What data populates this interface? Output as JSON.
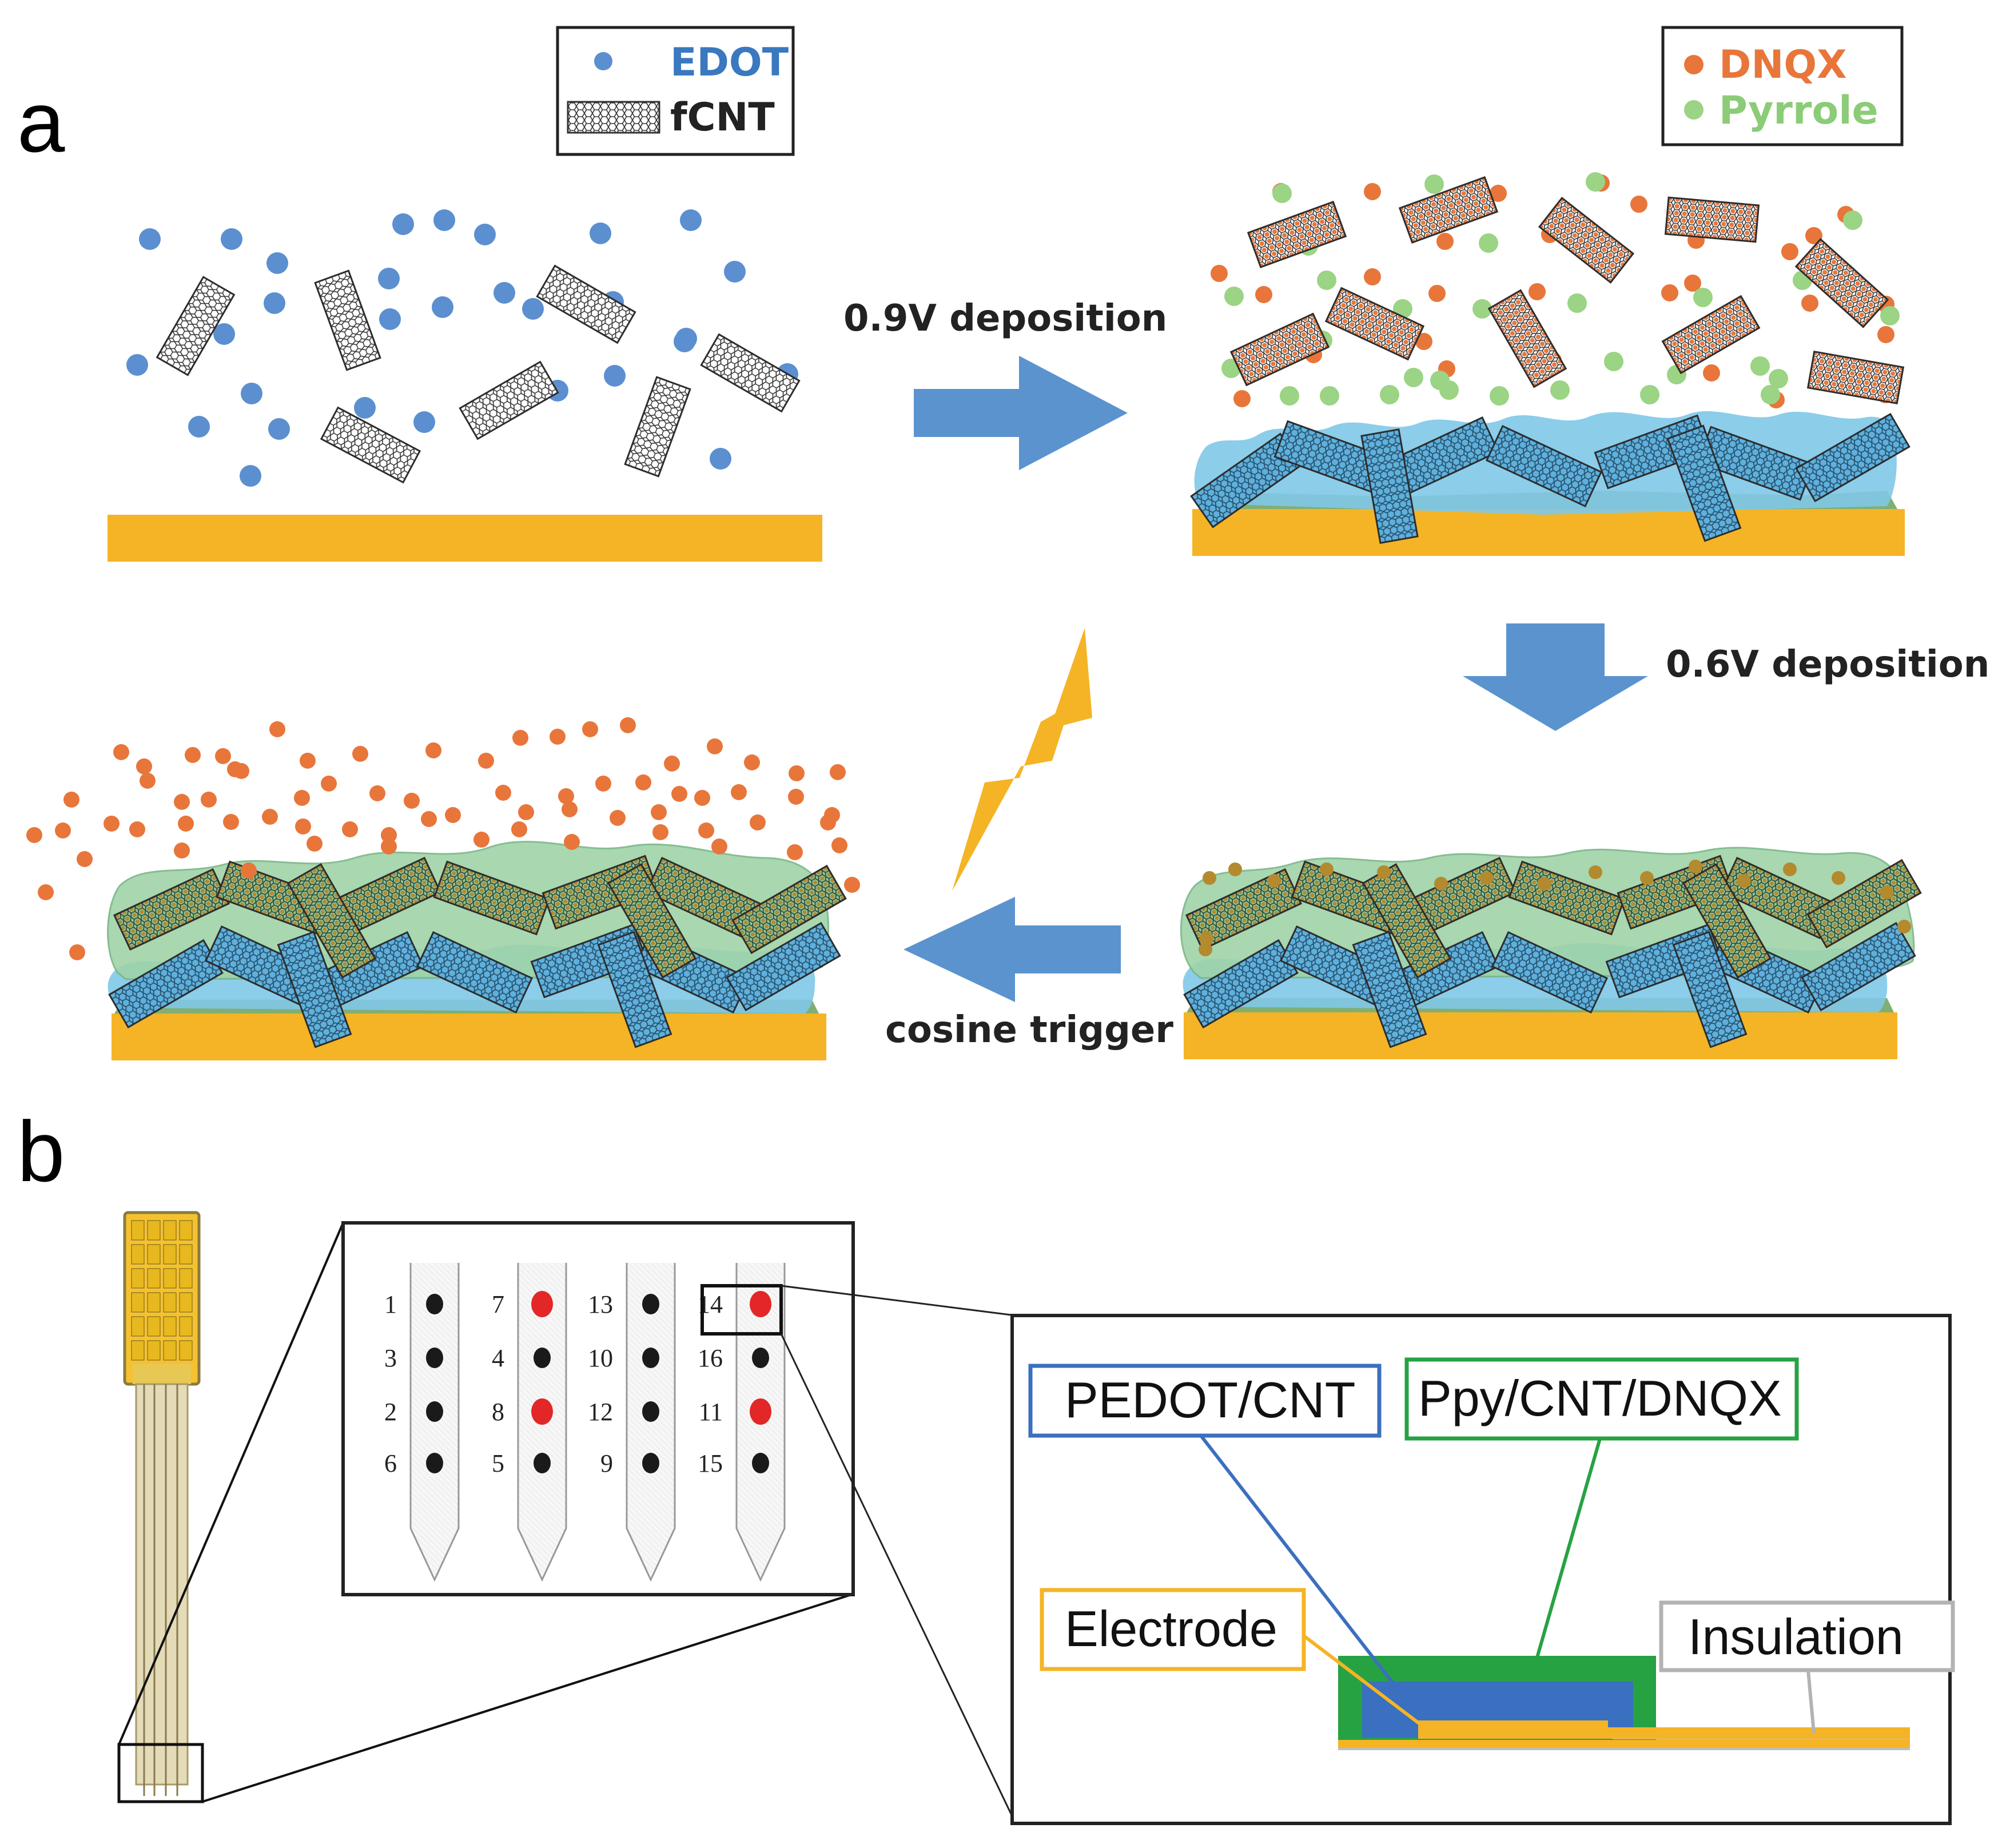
{
  "panels": {
    "a": "a",
    "b": "b"
  },
  "legend_a1": {
    "edot": "EDOT",
    "fcnt": "fCNT",
    "edot_color": "#5b8fd0"
  },
  "legend_a2": {
    "dnqx": "DNQX",
    "pyrrole": "Pyrrole",
    "dnqx_color": "#e8763a",
    "pyrrole_color": "#9ad484"
  },
  "steps": {
    "step1": "0.9V deposition",
    "step2": "0.6V deposition",
    "step3": "cosine trigger"
  },
  "probe": {
    "shanks": [
      {
        "sites": [
          "1",
          "3",
          "2",
          "6"
        ]
      },
      {
        "sites": [
          "7",
          "4",
          "8",
          "5"
        ]
      },
      {
        "sites": [
          "13",
          "10",
          "12",
          "9"
        ]
      },
      {
        "sites": [
          "14",
          "16",
          "11",
          "15"
        ]
      }
    ],
    "highlighted_sites": [
      "7",
      "8",
      "14",
      "11"
    ]
  },
  "cross_section": {
    "pedot_cnt": "PEDOT/CNT",
    "ppy_cnt_dnqx": "Ppy/CNT/DNQX",
    "electrode": "Electrode",
    "insulation": "Insulation"
  },
  "colors": {
    "gold": "#f5b425",
    "arrow_blue": "#5b93cf",
    "pedot_blue": "#3b6fbf",
    "ppy_green": "#27a243",
    "coating_cyan": "#7fc8e8",
    "coating_green": "#9fd3a8",
    "red_site": "#e32626",
    "insulation_gray": "#b3b3b3"
  },
  "icons": [
    "lightning-icon",
    "arrow-right-icon",
    "arrow-down-icon",
    "arrow-left-icon"
  ]
}
